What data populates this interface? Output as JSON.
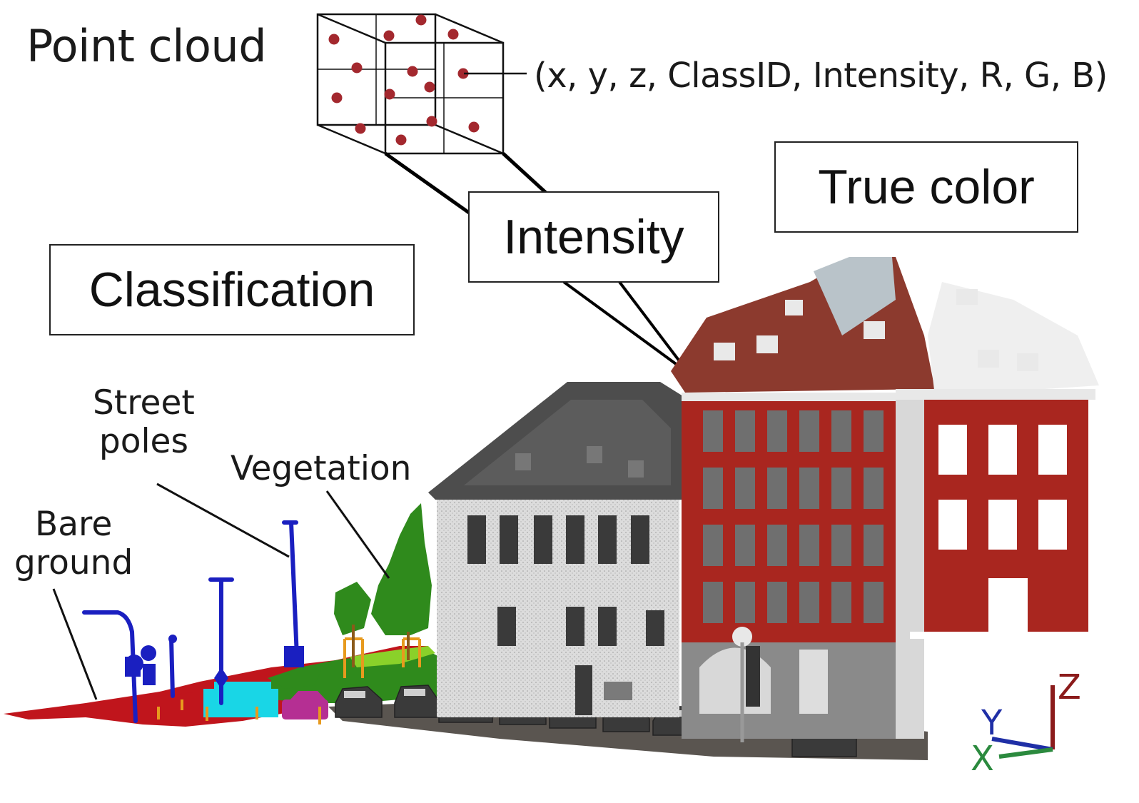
{
  "title": "Point cloud",
  "attributes": "(x, y, z, ClassID, Intensity, R, G, B)",
  "boxes": {
    "classification": "Classification",
    "intensity": "Intensity",
    "true_color": "True color"
  },
  "class_labels": {
    "street_poles": [
      "Street",
      "poles"
    ],
    "vegetation": "Vegetation",
    "bare_ground": [
      "Bare",
      "ground"
    ]
  },
  "axes": {
    "x": "X",
    "y": "Y",
    "z": "Z"
  },
  "colors": {
    "point": "#a3282e",
    "bare_ground": "#c0151c",
    "street_poles": "#1a1fc0",
    "vegetation": "#2f8a1c",
    "fence": "#19d6e6",
    "vehicle": "#b52f93",
    "signs": "#e79a1e",
    "roof_true": "#8c3a2e",
    "facade_true": "#a9261f",
    "axis_x": "#2b8a3e",
    "axis_y": "#1f2fa6",
    "axis_z": "#8b1b1b"
  }
}
